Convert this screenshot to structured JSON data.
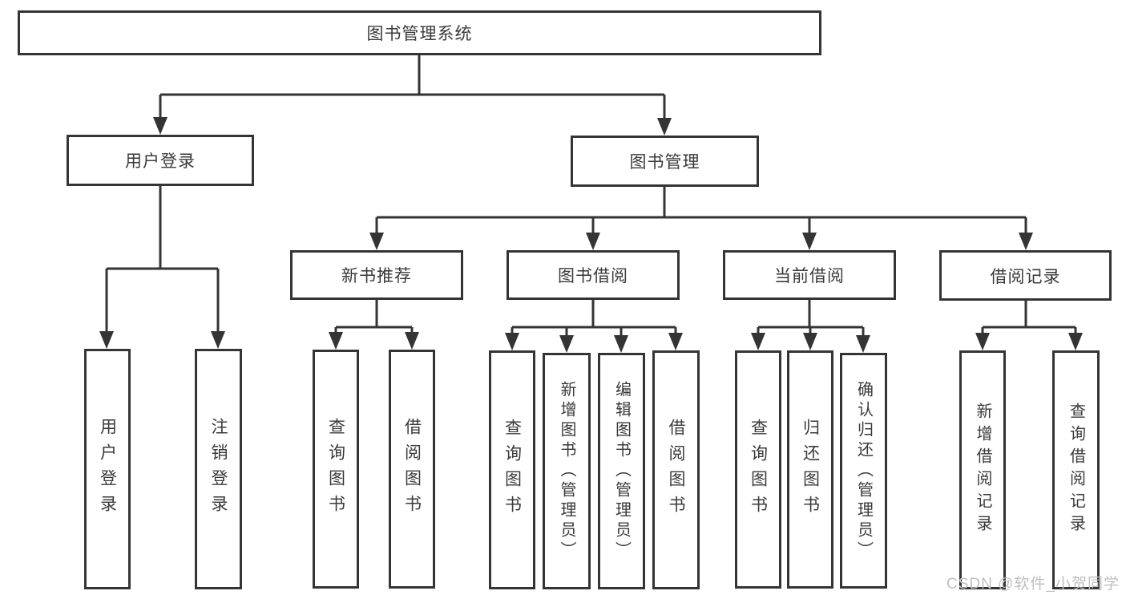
{
  "diagram": {
    "title": "图书管理系统",
    "branches": [
      {
        "label": "用户登录",
        "children": [
          "用户登录",
          "注销登录"
        ]
      },
      {
        "label": "图书管理",
        "groups": [
          {
            "label": "新书推荐",
            "children": [
              "查询图书",
              "借阅图书"
            ]
          },
          {
            "label": "图书借阅",
            "children": [
              "查询图书",
              "新增图书（管理员）",
              "编辑图书（管理员）",
              "借阅图书"
            ]
          },
          {
            "label": "当前借阅",
            "children": [
              "查询图书",
              "归还图书",
              "确认归还（管理员）"
            ]
          },
          {
            "label": "借阅记录",
            "children": [
              "新增借阅记录",
              "查询借阅记录"
            ]
          }
        ]
      }
    ]
  },
  "watermark": {
    "text": "CSDN @软件_小贺同学"
  },
  "colors": {
    "line": "#343434",
    "box_border": "#343434",
    "text": "#3a3a3a",
    "watermark": "#bfbfbf",
    "background": "#ffffff"
  }
}
